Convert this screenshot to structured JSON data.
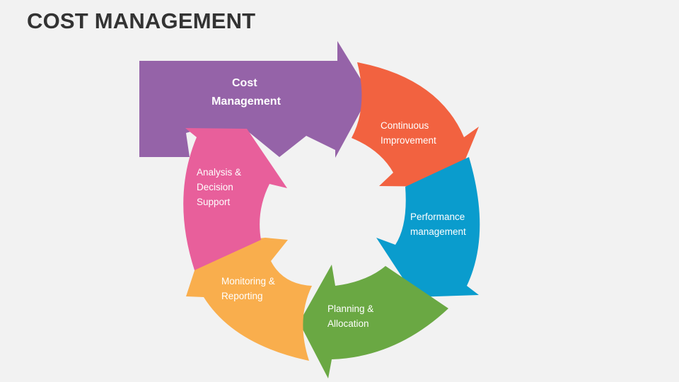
{
  "title": "COST MANAGEMENT",
  "cycle": {
    "main": {
      "lines": [
        "Cost",
        "Management"
      ],
      "color": "#9563a8"
    },
    "steps": [
      {
        "lines": [
          "Continuous",
          "Improvement"
        ],
        "color": "#f26240"
      },
      {
        "lines": [
          "Performance",
          "management"
        ],
        "color": "#0a9ccd"
      },
      {
        "lines": [
          "Planning &",
          "Allocation"
        ],
        "color": "#6aa843"
      },
      {
        "lines": [
          "Monitoring &",
          "Reporting"
        ],
        "color": "#f9ae4d"
      },
      {
        "lines": [
          "Analysis &",
          "Decision",
          "Support"
        ],
        "color": "#e85f9b"
      }
    ]
  }
}
